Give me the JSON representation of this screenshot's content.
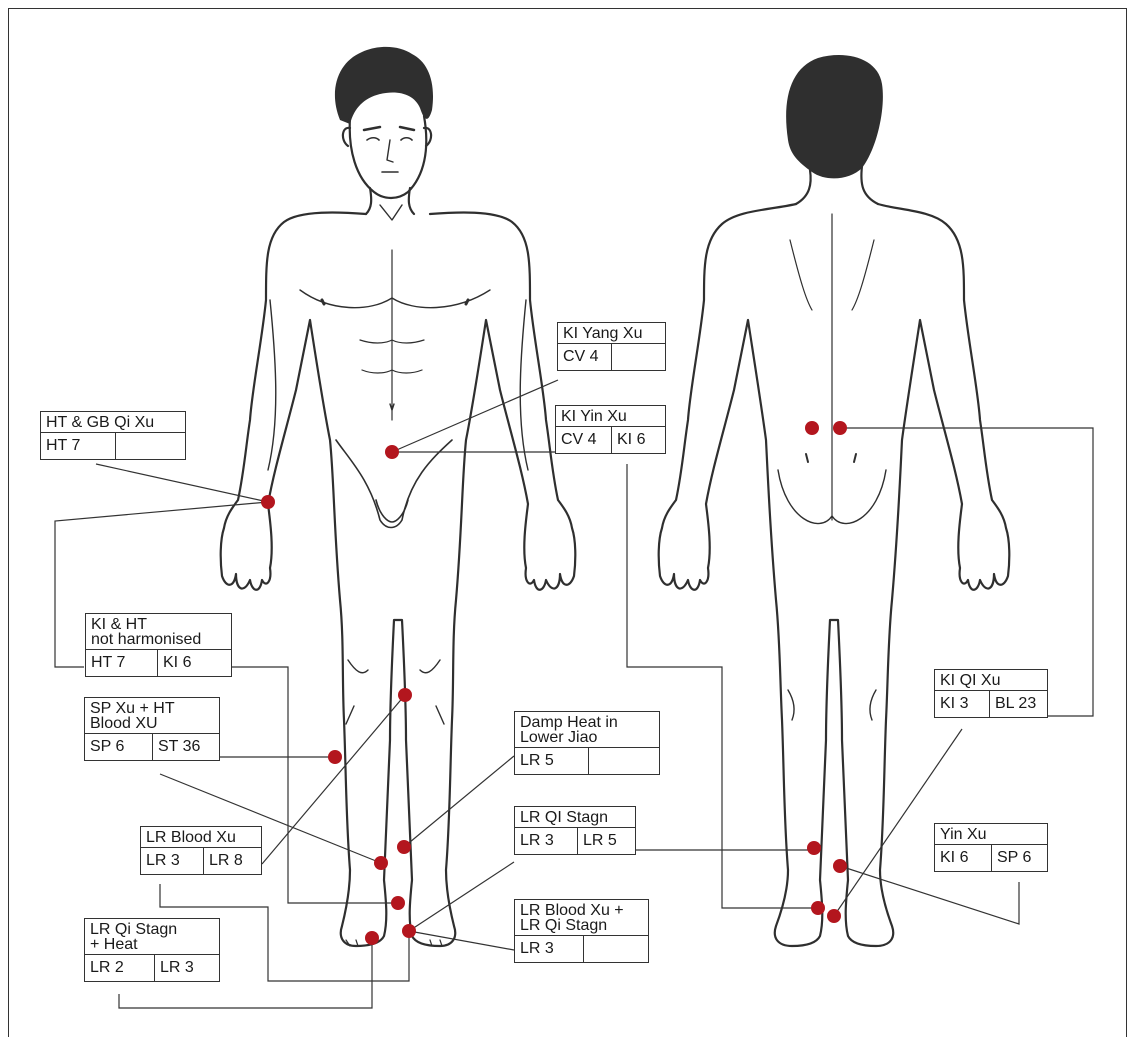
{
  "colors": {
    "point": "#b3161e",
    "line": "#333333",
    "silhouette": "#2f2f2f"
  },
  "views": [
    "front-figure",
    "back-figure"
  ],
  "syndromes": [
    {
      "id": "kiyangxu",
      "title": "KI Yang Xu",
      "points": [
        "CV 4",
        ""
      ]
    },
    {
      "id": "kiyinxu",
      "title": "KI Yin Xu",
      "points": [
        "CV 4",
        "KI 6"
      ]
    },
    {
      "id": "htgbqixu",
      "title": "HT & GB Qi Xu",
      "points": [
        "HT 7",
        ""
      ]
    },
    {
      "id": "kihtnh",
      "title": "KI & HT\nnot harmonised",
      "points": [
        "HT 7",
        "KI 6"
      ]
    },
    {
      "id": "spxu",
      "title": "SP Xu + HT\nBlood XU",
      "points": [
        "SP 6",
        "ST 36"
      ]
    },
    {
      "id": "dampheat",
      "title": "Damp Heat in\nLower Jiao",
      "points": [
        "LR 5",
        ""
      ]
    },
    {
      "id": "lrqistagn",
      "title": "LR QI Stagn",
      "points": [
        "LR 3",
        "LR 5"
      ]
    },
    {
      "id": "lrbloodxu",
      "title": "LR Blood Xu",
      "points": [
        "LR 3",
        "LR 8"
      ]
    },
    {
      "id": "lrbxlrqs",
      "title": "LR Blood Xu +\nLR Qi Stagn",
      "points": [
        "LR 3",
        ""
      ]
    },
    {
      "id": "lrqiheat",
      "title": "LR Qi Stagn\n+ Heat",
      "points": [
        "LR 2",
        "LR 3"
      ]
    },
    {
      "id": "kiqixu",
      "title": "KI QI Xu",
      "points": [
        "KI 3",
        "BL 23"
      ]
    },
    {
      "id": "yinxu",
      "title": "Yin Xu",
      "points": [
        "KI 6",
        "SP 6"
      ]
    }
  ]
}
